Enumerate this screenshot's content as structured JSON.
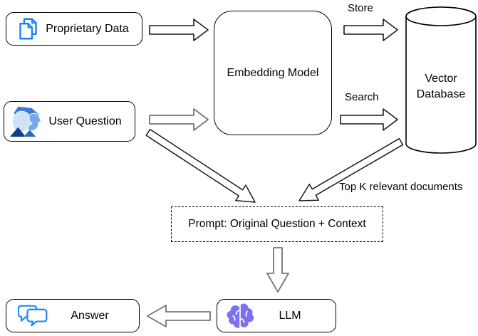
{
  "diagram": {
    "title": "RAG pipeline flow",
    "nodes": {
      "proprietary_data": {
        "label": "Proprietary Data",
        "icon": "documents-icon"
      },
      "user_question": {
        "label": "User Question",
        "icon": "users-icon"
      },
      "embedding_model": {
        "label": "Embedding Model"
      },
      "vector_database": {
        "label": "Vector Database"
      },
      "prompt": {
        "label": "Prompt: Original Question + Context"
      },
      "llm": {
        "label": "LLM",
        "icon": "brain-icon"
      },
      "answer": {
        "label": "Answer",
        "icon": "chat-bubbles-icon"
      }
    },
    "edge_labels": {
      "store": "Store",
      "search": "Search",
      "top_k": "Top K relevant documents"
    },
    "colors": {
      "box_border": "#000000",
      "arrow_black": "#1a1a1a",
      "arrow_gray": "#757575",
      "doc_icon_blue": "#1683f7",
      "chat_icon_blue": "#1e88f5",
      "brain_purple": "#7a72ee",
      "face_light_blue": "#cfe2f7",
      "face_mid_blue": "#76a9e8",
      "face_dark_blue": "#0f3e8f"
    }
  }
}
